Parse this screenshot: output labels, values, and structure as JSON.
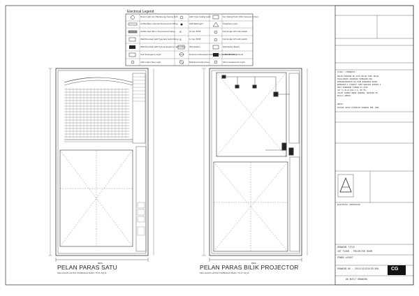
{
  "legend": {
    "title": "Electrical Legend",
    "items": [
      "Down Light c/w 18w Energy Saving bulb",
      "LED Type Ceiling Light",
      "Sw. Rating Point (15A Cennect to Sw.)",
      "2x36w Bare Channel Fluorescent Fitting",
      "LED Wall Light",
      "Telephone point",
      "2x36w Tear Mirror Fluorescent Fitting",
      "3x Sw. 5/6/5",
      "13A single S/O with switch",
      "Wall Mounted LED Type Exit Light Fitting",
      "1x Sw. 5/5/5",
      "13A single S/O with switch",
      "Wall Mounted LED Type Emergency Light Fitting",
      "30A Isolator",
      "Distribution Board",
      "Twin Emergency Light",
      "Emersion Recessed Ceiling Light c/w 18w PL Lamp",
      "kWh METER to Panel",
      "LED Under Step Light",
      "Bulkhead Ceiling Fan",
      "40w Incandescent Light"
    ]
  },
  "plans": [
    {
      "title": "PELAN PARAS SATU",
      "subtitle": "KELUASAN LANTAI TAMBAHAN BARU 76.46 SQ.M"
    },
    {
      "title": "PELAN PARAS BILIK PROJECTOR",
      "subtitle": "KELUASAN LANTAI TAMBAHAN BARU 76.27 SQ.M"
    }
  ],
  "title_block": {
    "project_label": "TAJUK / KONSEPSI:",
    "project_text": [
      "PELAN PINDAAN KE ATAS PELAN YANG TELAH",
      "DILULUSKAN CADANGAN TAMBAHAN DAN",
      "PENGUBAHSUAIAN KE ATAS BANGUNAN KEDAI",
      "BANGUNAN 2 TINGKAT YANG SEDIADA KEPADA 2",
      "UNIT PANGGUNG CINEMA DI ATAS",
      "LOT 5 LILLA GUA 1-1, NO 56,",
      "JALAN TUANKU ABDUL RAHMAN, SEKSYEN 35,",
      "KUALA LUMPUR"
    ],
    "client_label": "UNTUK:",
    "client": "TETUAN LOTUS FIVESTAR CINEMAS SDN. BHD.",
    "firm": "CG",
    "drawing_title_label": "DRAWING TITLE",
    "drawing_title": "1ST FLOOR - PROJECTOR ROOM",
    "drawing_subtitle": "POWER LAYOUT",
    "drawing_no_label": "DRAWING NO :",
    "drawing_no": "2013/CG/EC6/EE/004",
    "status": "AS BUILT DRAWING",
    "electrical_contractor": "ELECTRICAL CONTRACTOR"
  },
  "dimensions": [
    "8600",
    "8600"
  ]
}
